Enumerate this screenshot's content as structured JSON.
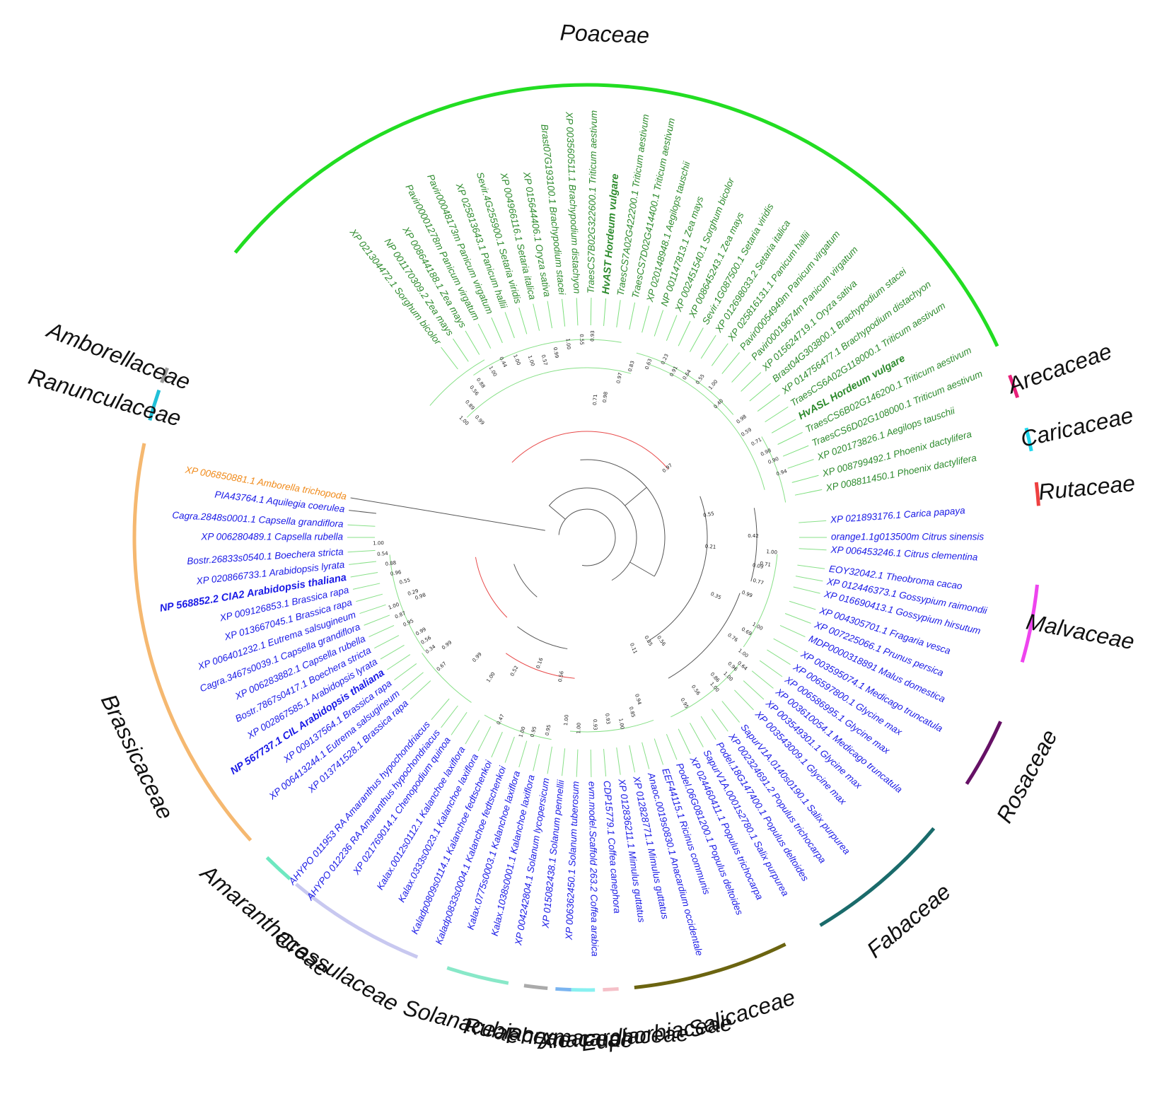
{
  "colors": {
    "poaceae_text": "#2e8b2e",
    "poaceae_branch": "#7ee07e",
    "eudicot_text": "#1a1ae6",
    "amborella_text": "#f08a1a",
    "backbone_branch": "#555555",
    "strong_support_branch": "#e84a4a"
  },
  "families": [
    {
      "name": "Poaceae",
      "color": "#22dd22"
    },
    {
      "name": "Arecaceae",
      "color": "#e8207a"
    },
    {
      "name": "Caricaceae",
      "color": "#20d8ee"
    },
    {
      "name": "Rutaceae",
      "color": "#ee4040"
    },
    {
      "name": "Malvaceae",
      "color": "#ee44ee"
    },
    {
      "name": "Rosaceae",
      "color": "#661166"
    },
    {
      "name": "Fabaceae",
      "color": "#1a6b6b"
    },
    {
      "name": "Salicaceae",
      "color": "#6b6410"
    },
    {
      "name": "Euphorbiaceae",
      "color": "#f5c0c8"
    },
    {
      "name": "Anacardiaceae",
      "color": "#88f0f0"
    },
    {
      "name": "Phrymaceae",
      "color": "#7ab4f0"
    },
    {
      "name": "Rubiaceae",
      "color": "#aaaaaa"
    },
    {
      "name": "Solanaceae",
      "color": "#88e8c8"
    },
    {
      "name": "Crassulaceae",
      "color": "#c8c8f0"
    },
    {
      "name": "Amaranthaceae",
      "color": "#6ee8c0"
    },
    {
      "name": "Brassicaceae",
      "color": "#f5b870"
    },
    {
      "name": "Ranunculaceae",
      "color": "#20c0d8"
    },
    {
      "name": "Amborellaceae",
      "color": "#999999"
    }
  ],
  "leaves": [
    {
      "label": "XP 006850881.1 Amborella trichopoda",
      "group": "amb",
      "bold": false
    },
    {
      "label": "PIA43764.1 Aquilegia coerulea",
      "group": "eud",
      "bold": false
    },
    {
      "label": "Cagra.2848s0001.1 Capsella grandiflora",
      "group": "eud",
      "bold": false
    },
    {
      "label": "XP 006280489.1 Capsella rubella",
      "group": "eud",
      "bold": false
    },
    {
      "label": "Bostr.26833s0540.1 Boechera stricta",
      "group": "eud",
      "bold": false
    },
    {
      "label": "XP 020866733.1 Arabidopsis lyrata",
      "group": "eud",
      "bold": false
    },
    {
      "label": "NP 568852.2 CIA2 Arabidopsis thaliana",
      "group": "eud",
      "bold": true
    },
    {
      "label": "XP 009126853.1 Brassica rapa",
      "group": "eud",
      "bold": false
    },
    {
      "label": "XP 013667045.1 Brassica rapa",
      "group": "eud",
      "bold": false
    },
    {
      "label": "XP 006401232.1 Eutrema salsugineum",
      "group": "eud",
      "bold": false
    },
    {
      "label": "Cagra.3467s0039.1 Capsella grandiflora",
      "group": "eud",
      "bold": false
    },
    {
      "label": "XP 006283882.1 Capsella rubella",
      "group": "eud",
      "bold": false
    },
    {
      "label": "Bostr.7867s0417.1 Boechera stricta",
      "group": "eud",
      "bold": false
    },
    {
      "label": "XP 002867585.1 Arabidopsis lyrata",
      "group": "eud",
      "bold": false
    },
    {
      "label": "NP 567737.1 CIL Arabidopsis thaliana",
      "group": "eud",
      "bold": true
    },
    {
      "label": "XP 009137564.1 Brassica rapa",
      "group": "eud",
      "bold": false
    },
    {
      "label": "XP 006413244.1 Eutrema salsugineum",
      "group": "eud",
      "bold": false
    },
    {
      "label": "XP 013741528.1 Brassica rapa",
      "group": "eud",
      "bold": false
    },
    {
      "label": "AHYPO 011953 RA Amaranthus hypochondriacus",
      "group": "eud",
      "bold": false
    },
    {
      "label": "AHYPO 012236 RA Amaranthus hypochondriacus",
      "group": "eud",
      "bold": false
    },
    {
      "label": "XP 021769014.1 Chenopodium quinoa",
      "group": "eud",
      "bold": false
    },
    {
      "label": "Kalax.0012s0112.1 Kalanchoe laxiflora",
      "group": "eud",
      "bold": false
    },
    {
      "label": "Kalax.0333s0023.1 Kalanchoe laxiflora",
      "group": "eud",
      "bold": false
    },
    {
      "label": "Kaladp0809s0114.1 Kalanchoe fedtschenkoi",
      "group": "eud",
      "bold": false
    },
    {
      "label": "Kaladp0833s0004.1 Kalanchoe fedtschenkoi",
      "group": "eud",
      "bold": false
    },
    {
      "label": "Kalax.0775s0003.1 Kalanchoe laxiflora",
      "group": "eud",
      "bold": false
    },
    {
      "label": "Kalax.1038s0001.1 Kalanchoe laxiflora",
      "group": "eud",
      "bold": false
    },
    {
      "label": "XP 004242804.1 Solanum lycopersicum",
      "group": "eud",
      "bold": false
    },
    {
      "label": "XP 015082438.1 Solanum pennellii",
      "group": "eud",
      "bold": false
    },
    {
      "label": "XP 006362450.1 Solanum tuberosum",
      "group": "eud",
      "bold": false
    },
    {
      "label": "evm.model.Scaffold 263.2 Coffea arabica",
      "group": "eud",
      "bold": false
    },
    {
      "label": "CDP15779.1 Coffea canephora",
      "group": "eud",
      "bold": false
    },
    {
      "label": "XP 012836211.1 Mimulus guttatus",
      "group": "eud",
      "bold": false
    },
    {
      "label": "XP 012828771.1 Mimulus guttatus",
      "group": "eud",
      "bold": false
    },
    {
      "label": "Anaoc.0019s0830.1 Anacardium occidentale",
      "group": "eud",
      "bold": false
    },
    {
      "label": "EEF44115.1 Ricinus communis",
      "group": "eud",
      "bold": false
    },
    {
      "label": "Podel.06G081200.1 Populus deltoides",
      "group": "eud",
      "bold": false
    },
    {
      "label": "XP 024460411.1 Populus trichocarpa",
      "group": "eud",
      "bold": false
    },
    {
      "label": "SapurV1A.0001s2780.1 Salix purpurea",
      "group": "eud",
      "bold": false
    },
    {
      "label": "Podel.18G147400.1 Populus deltoides",
      "group": "eud",
      "bold": false
    },
    {
      "label": "XP 002324691.2 Populus trichocarpa",
      "group": "eud",
      "bold": false
    },
    {
      "label": "SapurV1A.0140s0190.1 Salix purpurea",
      "group": "eud",
      "bold": false
    },
    {
      "label": "XP 003543009.1 Glycine max",
      "group": "eud",
      "bold": false
    },
    {
      "label": "XP 003549301.1 Glycine max",
      "group": "eud",
      "bold": false
    },
    {
      "label": "XP 003610054.1 Medicago truncatula",
      "group": "eud",
      "bold": false
    },
    {
      "label": "XP 006586995.1 Glycine max",
      "group": "eud",
      "bold": false
    },
    {
      "label": "XP 006597800.1 Glycine max",
      "group": "eud",
      "bold": false
    },
    {
      "label": "XP 003595074.1 Medicago truncatula",
      "group": "eud",
      "bold": false
    },
    {
      "label": "MDP0000318891 Malus domestica",
      "group": "eud",
      "bold": false
    },
    {
      "label": "XP 007225066.1 Prunus persica",
      "group": "eud",
      "bold": false
    },
    {
      "label": "XP 004305701.1 Fragaria vesca",
      "group": "eud",
      "bold": false
    },
    {
      "label": "XP 016690413.1 Gossypium hirsutum",
      "group": "eud",
      "bold": false
    },
    {
      "label": "XP 012446373.1 Gossypium raimondii",
      "group": "eud",
      "bold": false
    },
    {
      "label": "EOY32042.1 Theobroma cacao",
      "group": "eud",
      "bold": false
    },
    {
      "label": "XP 006453246.1 Citrus clementina",
      "group": "eud",
      "bold": false
    },
    {
      "label": "orange1.1g013500m Citrus sinensis",
      "group": "eud",
      "bold": false
    },
    {
      "label": "XP 021893176.1 Carica papaya",
      "group": "eud",
      "bold": false
    },
    {
      "label": "XP 008811450.1 Phoenix dactylifera",
      "group": "poa",
      "bold": false
    },
    {
      "label": "XP 008799492.1 Phoenix dactylifera",
      "group": "poa",
      "bold": false
    },
    {
      "label": "XP 020173826.1 Aegilops tauschii",
      "group": "poa",
      "bold": false
    },
    {
      "label": "TraesCS6D02G108000.1 Triticum aestivum",
      "group": "poa",
      "bold": false
    },
    {
      "label": "TraesCS6B02G146200.1 Triticum aestivum",
      "group": "poa",
      "bold": false
    },
    {
      "label": "HvASL Hordeum vulgare",
      "group": "poa",
      "bold": true
    },
    {
      "label": "TraesCS6A02G118000.1 Triticum aestivum",
      "group": "poa",
      "bold": false
    },
    {
      "label": "XP 014756477.1 Brachypodium distachyon",
      "group": "poa",
      "bold": false
    },
    {
      "label": "Brast04G303800.1 Brachypodium stacei",
      "group": "poa",
      "bold": false
    },
    {
      "label": "XP 015624719.1 Oryza sativa",
      "group": "poa",
      "bold": false
    },
    {
      "label": "Pavir00019674m Panicum virgatum",
      "group": "poa",
      "bold": false
    },
    {
      "label": "Pavir00054949m Panicum virgatum",
      "group": "poa",
      "bold": false
    },
    {
      "label": "XP 025816131.1 Panicum hallii",
      "group": "poa",
      "bold": false
    },
    {
      "label": "XP 012698033.2 Setaria italica",
      "group": "poa",
      "bold": false
    },
    {
      "label": "Sevir.1G087500.1 Setaria viridis",
      "group": "poa",
      "bold": false
    },
    {
      "label": "XP 008645243.1 Zea mays",
      "group": "poa",
      "bold": false
    },
    {
      "label": "XP 002451540.1 Sorghum bicolor",
      "group": "poa",
      "bold": false
    },
    {
      "label": "NP 001147813.1 Zea mays",
      "group": "poa",
      "bold": false
    },
    {
      "label": "XP 020148948.1 Aegilops tauschii",
      "group": "poa",
      "bold": false
    },
    {
      "label": "TraesCS7D02G414400.1 Triticum aestivum",
      "group": "poa",
      "bold": false
    },
    {
      "label": "TraesCS7A02G422200.1 Triticum aestivum",
      "group": "poa",
      "bold": false
    },
    {
      "label": "HvAST Hordeum vulgare",
      "group": "poa",
      "bold": true
    },
    {
      "label": "TraesCS7B02G322600.1 Triticum aestivum",
      "group": "poa",
      "bold": false
    },
    {
      "label": "XP 003560511.1 Brachypodium distachyon",
      "group": "poa",
      "bold": false
    },
    {
      "label": "Brast07G193100.1 Brachypodium stacei",
      "group": "poa",
      "bold": false
    },
    {
      "label": "XP 015644406.1 Oryza sativa",
      "group": "poa",
      "bold": false
    },
    {
      "label": "XP 004966116.1 Setaria italica",
      "group": "poa",
      "bold": false
    },
    {
      "label": "Sevir.4G255900.1 Setaria viridis",
      "group": "poa",
      "bold": false
    },
    {
      "label": "XP 025813643.1 Panicum hallii",
      "group": "poa",
      "bold": false
    },
    {
      "label": "Pavir00048173m Panicum virgatum",
      "group": "poa",
      "bold": false
    },
    {
      "label": "Pavir00001278m Panicum virgatum",
      "group": "poa",
      "bold": false
    },
    {
      "label": "XP 008644188.1 Zea mays",
      "group": "poa",
      "bold": false
    },
    {
      "label": "NP 001170309.2 Zea mays",
      "group": "poa",
      "bold": false
    },
    {
      "label": "XP 021304472.1 Sorghum bicolor",
      "group": "poa",
      "bold": false
    }
  ],
  "support_values": [
    "1.00",
    "0.54",
    "0.88",
    "0.96",
    "0.98",
    "0.55",
    "0.29",
    "1.00",
    "0.87",
    "0.95",
    "0.99",
    "0.99",
    "0.56",
    "0.34",
    "0.67",
    "0.99",
    "0.52",
    "1.00",
    "0.16",
    "0.47",
    "1.00",
    "0.95",
    "0.95",
    "1.00",
    "0.56",
    "1.00",
    "0.93",
    "0.93",
    "1.00",
    "0.85",
    "0.94",
    "0.11",
    "0.35",
    "0.56",
    "0.56",
    "0.95",
    "1.00",
    "0.86",
    "1.00",
    "0.96",
    "0.64",
    "1.00",
    "0.76",
    "0.69",
    "1.00",
    "0.35",
    "0.99",
    "0.77",
    "0.09",
    "0.71",
    "1.00",
    "0.42",
    "0.21",
    "0.55",
    "0.97",
    "0.94",
    "0.90",
    "0.98",
    "0.71",
    "0.59",
    "0.98",
    "0.40",
    "1.00",
    "0.55",
    "0.64",
    "0.91",
    "0.23",
    "0.63",
    "0.83",
    "0.97",
    "0.98",
    "0.71",
    "0.93",
    "0.55",
    "1.00",
    "0.99",
    "0.57",
    "1.00",
    "1.00",
    "0.44",
    "1.00",
    "0.88",
    "0.56",
    "0.89",
    "1.00",
    "0.99"
  ]
}
